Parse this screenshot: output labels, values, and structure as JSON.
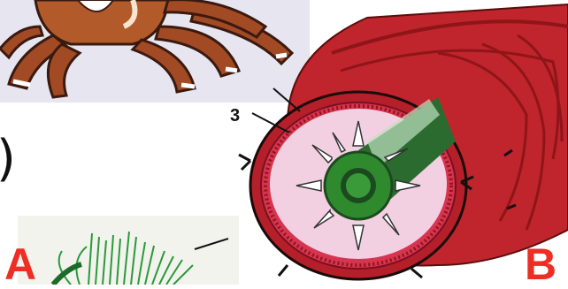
{
  "labels": {
    "callout_number": "3",
    "panel_a": "A",
    "panel_b": "B",
    "partial_glyph": ")"
  },
  "colors": {
    "body_red": "#c0242c",
    "body_red_dark": "#8e1518",
    "lining_pink": "#f3cfe2",
    "gut_green": "#2f8a2e",
    "gut_dark": "#1b4a1f",
    "crab_brown": "#9a4a24",
    "letter_red": "#ee2e24"
  },
  "icons": {
    "arrows": "arrow-outward-icon"
  }
}
